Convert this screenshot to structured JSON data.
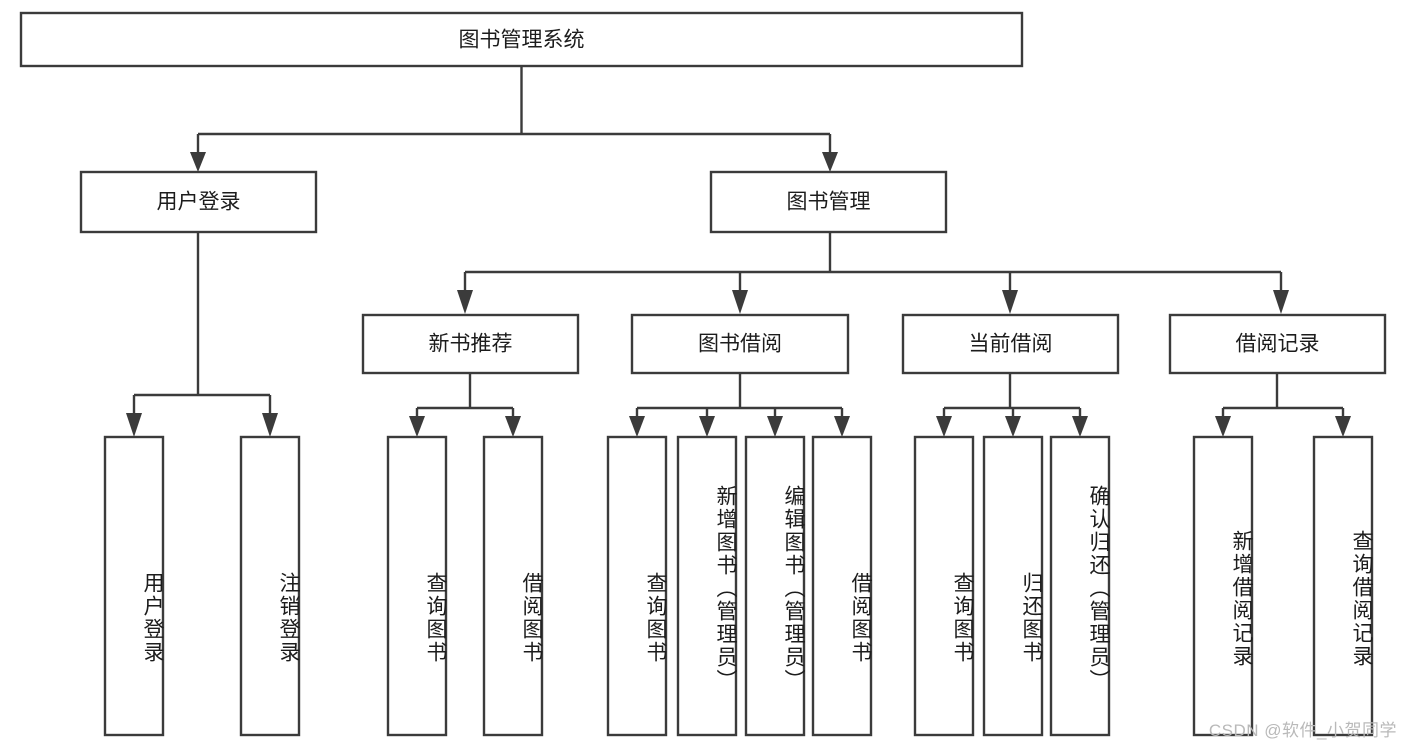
{
  "diagram": {
    "title": "图书管理系统",
    "type": "tree",
    "watermark": "CSDN @软件_小贺同学",
    "root": {
      "id": "root",
      "label": "图书管理系统"
    },
    "level2": [
      {
        "id": "user-login",
        "label": "用户登录"
      },
      {
        "id": "book-manage",
        "label": "图书管理"
      }
    ],
    "level3": [
      {
        "id": "new-book-recommend",
        "label": "新书推荐"
      },
      {
        "id": "book-borrow",
        "label": "图书借阅"
      },
      {
        "id": "current-borrow",
        "label": "当前借阅"
      },
      {
        "id": "borrow-record",
        "label": "借阅记录"
      }
    ],
    "leaves": [
      {
        "id": "leaf-user-login",
        "label": "用户登录",
        "parent": "user-login"
      },
      {
        "id": "leaf-user-logout",
        "label": "注销登录",
        "parent": "user-login"
      },
      {
        "id": "leaf-query-book-1",
        "label": "查询图书",
        "parent": "new-book-recommend"
      },
      {
        "id": "leaf-borrow-book-1",
        "label": "借阅图书",
        "parent": "new-book-recommend"
      },
      {
        "id": "leaf-query-book-2",
        "label": "查询图书",
        "parent": "book-borrow"
      },
      {
        "id": "leaf-add-book",
        "label": "新增图书（管理员）",
        "parent": "book-borrow"
      },
      {
        "id": "leaf-edit-book",
        "label": "编辑图书（管理员）",
        "parent": "book-borrow"
      },
      {
        "id": "leaf-borrow-book-2",
        "label": "借阅图书",
        "parent": "book-borrow"
      },
      {
        "id": "leaf-query-book-3",
        "label": "查询图书",
        "parent": "current-borrow"
      },
      {
        "id": "leaf-return-book",
        "label": "归还图书",
        "parent": "current-borrow"
      },
      {
        "id": "leaf-confirm-return",
        "label": "确认归还（管理员）",
        "parent": "current-borrow"
      },
      {
        "id": "leaf-add-record",
        "label": "新增借阅记录",
        "parent": "borrow-record"
      },
      {
        "id": "leaf-query-record",
        "label": "查询借阅记录",
        "parent": "borrow-record"
      }
    ],
    "colors": {
      "stroke": "#3b3b3b",
      "fill": "#ffffff",
      "text": "#1c1c1c",
      "watermark": "#b9b9b9"
    }
  }
}
